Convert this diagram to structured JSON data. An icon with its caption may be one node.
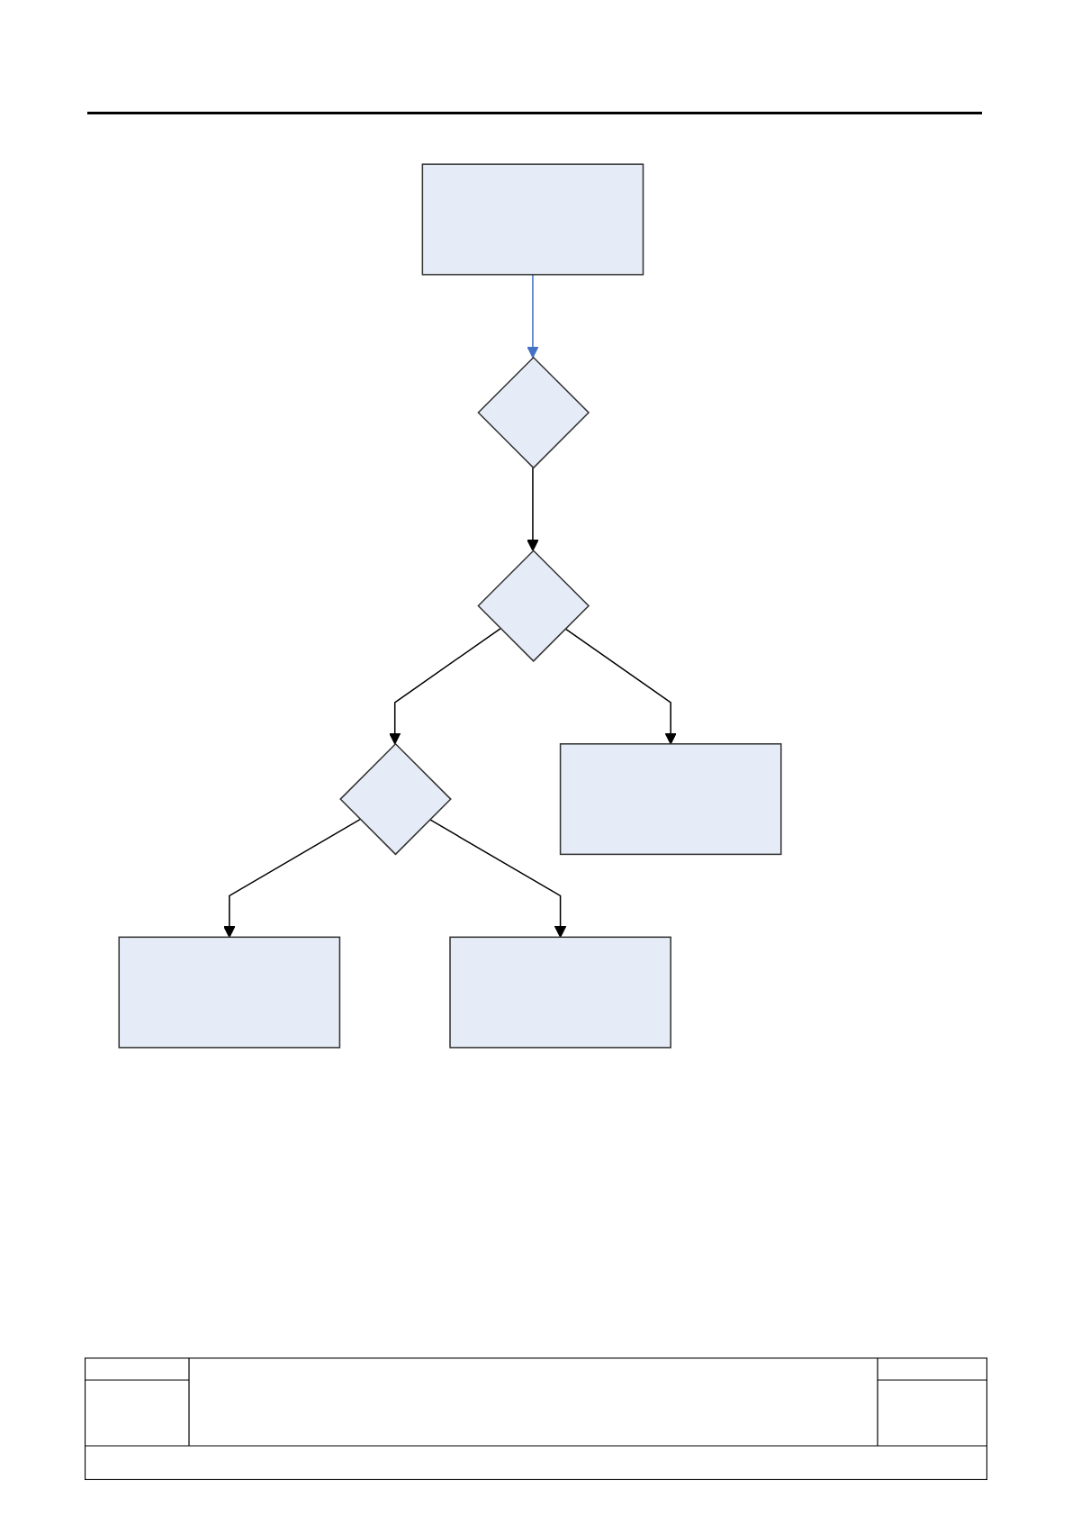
{
  "diagram": {
    "nodes": [
      {
        "text": [],
        "shape": "box"
      },
      {
        "text": [],
        "shape": "diamond"
      },
      {
        "text": [],
        "shape": "diamond"
      },
      {
        "text": [],
        "shape": "box"
      },
      {
        "text": [],
        "shape": "diamond"
      },
      {
        "text": [],
        "shape": "box"
      },
      {
        "text": [],
        "shape": "box"
      }
    ],
    "edges": [
      {
        "from": 0,
        "to": 1,
        "arrow": "to",
        "color": "#4472c4"
      },
      {
        "from": 1,
        "to": 2,
        "arrow": "to"
      },
      {
        "from": 2,
        "to": 3,
        "arrow": "to"
      },
      {
        "from": 2,
        "to": 4,
        "arrow": "to"
      },
      {
        "from": 4,
        "to": 5,
        "arrow": "to"
      },
      {
        "from": 4,
        "to": 6,
        "arrow": "to"
      }
    ]
  }
}
